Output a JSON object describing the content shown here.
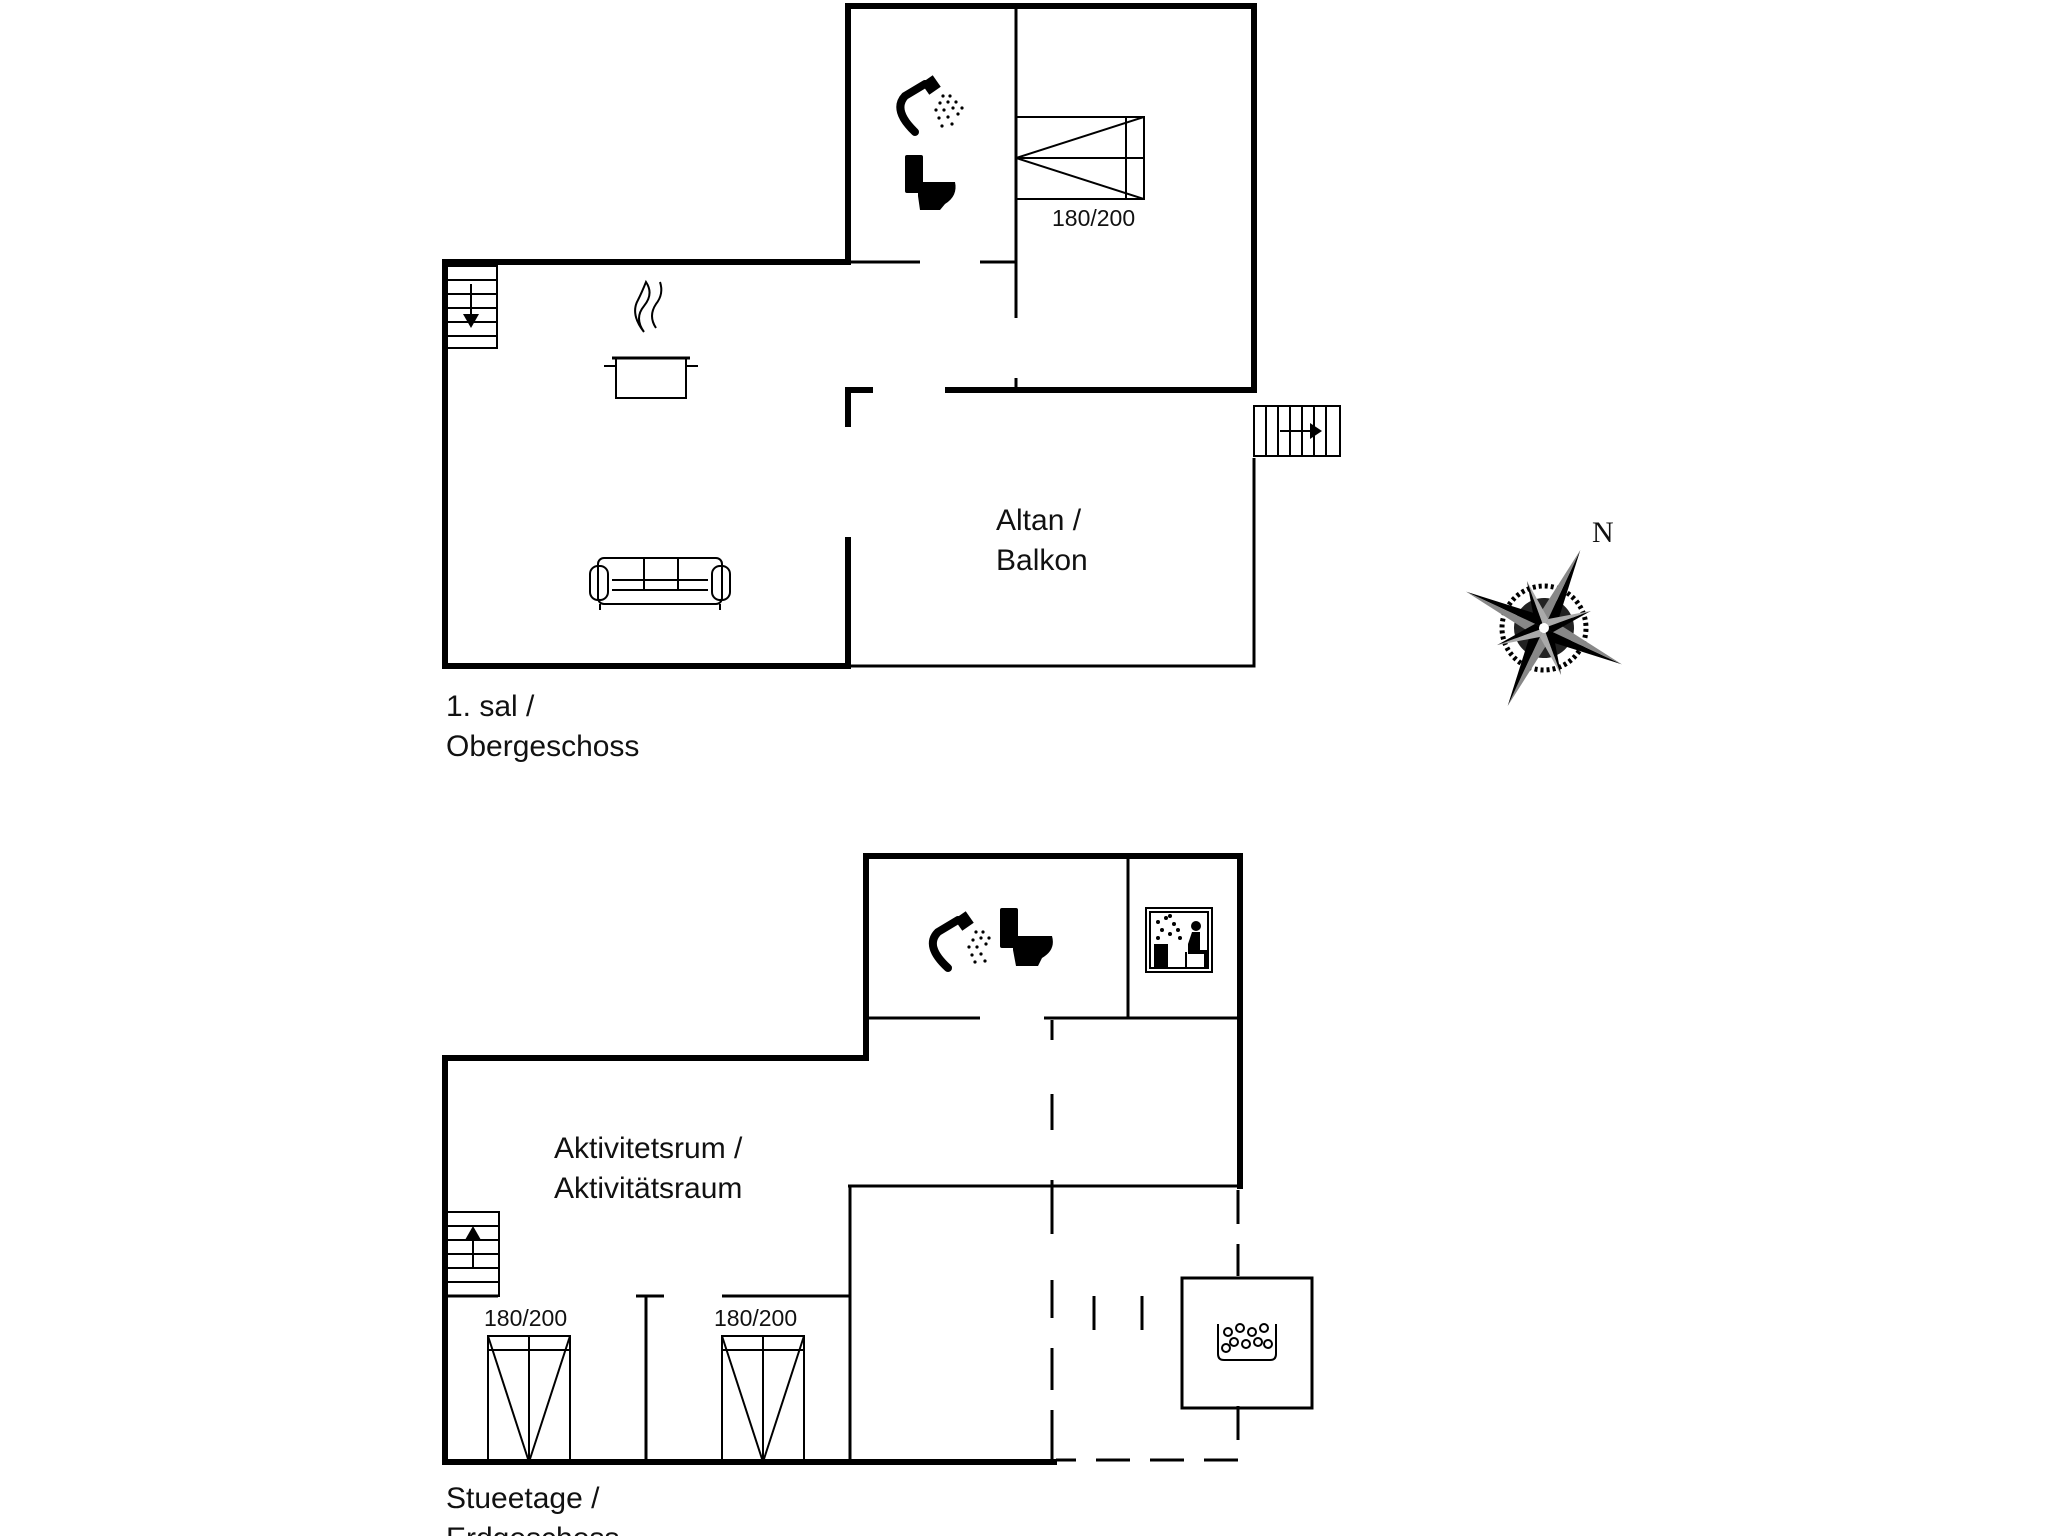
{
  "upper_floor": {
    "label_line1": "1. sal /",
    "label_line2": "Obergeschoss",
    "balcony_line1": "Altan /",
    "balcony_line2": "Balkon",
    "bed_label": "180/200"
  },
  "ground_floor": {
    "label_line1": "Stueetage /",
    "label_line2": "Erdgeschoss",
    "room_line1": "Aktivitetsrum /",
    "room_line2": "Aktivitätsraum",
    "bed1_label": "180/200",
    "bed2_label": "180/200"
  },
  "compass": {
    "north_label": "N"
  },
  "icons": {
    "upper": [
      "shower-icon",
      "toilet-icon",
      "double-bed-icon",
      "stairs-down-icon",
      "cooking-pot-icon",
      "sofa-icon",
      "exterior-stairs-icon"
    ],
    "ground": [
      "shower-icon",
      "toilet-icon",
      "sauna-icon",
      "stairs-up-icon",
      "double-bed-icon",
      "whirlpool-icon"
    ]
  }
}
